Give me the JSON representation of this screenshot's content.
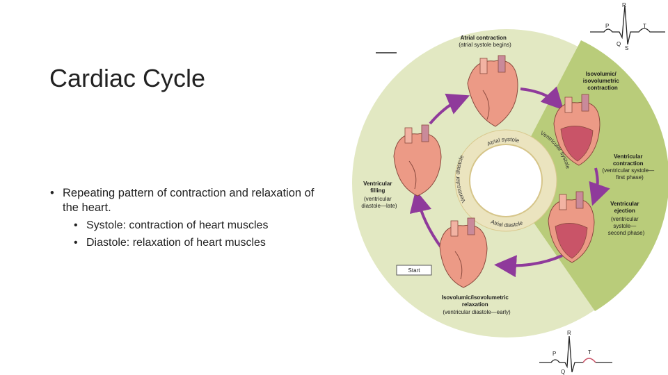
{
  "slide": {
    "title": "Cardiac Cycle",
    "bullet_main": "Repeating pattern of contraction and relaxation of the heart.",
    "sub_bullets": [
      "Systole: contraction of heart muscles",
      "Diastole: relaxation of heart muscles"
    ]
  },
  "diagram": {
    "atrial_contraction": [
      "Atrial contraction",
      "(atrial systole begins)"
    ],
    "isovolumic_contraction": [
      "Isovolumic/",
      "isovolumetric",
      "contraction"
    ],
    "ventricular_contraction": [
      "Ventricular",
      "contraction",
      "(ventricular systole—",
      "first phase)"
    ],
    "ventricular_ejection": [
      "Ventricular",
      "ejection",
      "(ventricular",
      "systole—",
      "second phase)"
    ],
    "isovolumic_relaxation": [
      "Isovolumic/isovolumetric",
      "relaxation",
      "(ventricular diastole—early)"
    ],
    "ventricular_filling": [
      "Ventricular",
      "filling",
      "(ventricular",
      "diastole—late)"
    ],
    "start_label": "Start",
    "ring_labels": {
      "atrial_systole": "Atrial systole",
      "ventricular_systole": "Ventricular systole",
      "ventricular_diastole": "Ventricular diastole",
      "atrial_diastole": "Atrial diastole"
    },
    "ecg_top_labels": {
      "r": "R",
      "p": "P",
      "t": "T",
      "q": "Q",
      "s": "S"
    },
    "ecg_bottom_labels": {
      "r": "R",
      "p": "P",
      "t": "T",
      "q": "Q"
    }
  },
  "colors": {
    "outer_ring": "#e2e8c2",
    "systole_wedge": "#b9cc7a",
    "inner_disk": "#ebe4bf",
    "arrow": "#8f3a9b",
    "heart": "#ec9a86",
    "ventricle_systole": "#c95468"
  }
}
